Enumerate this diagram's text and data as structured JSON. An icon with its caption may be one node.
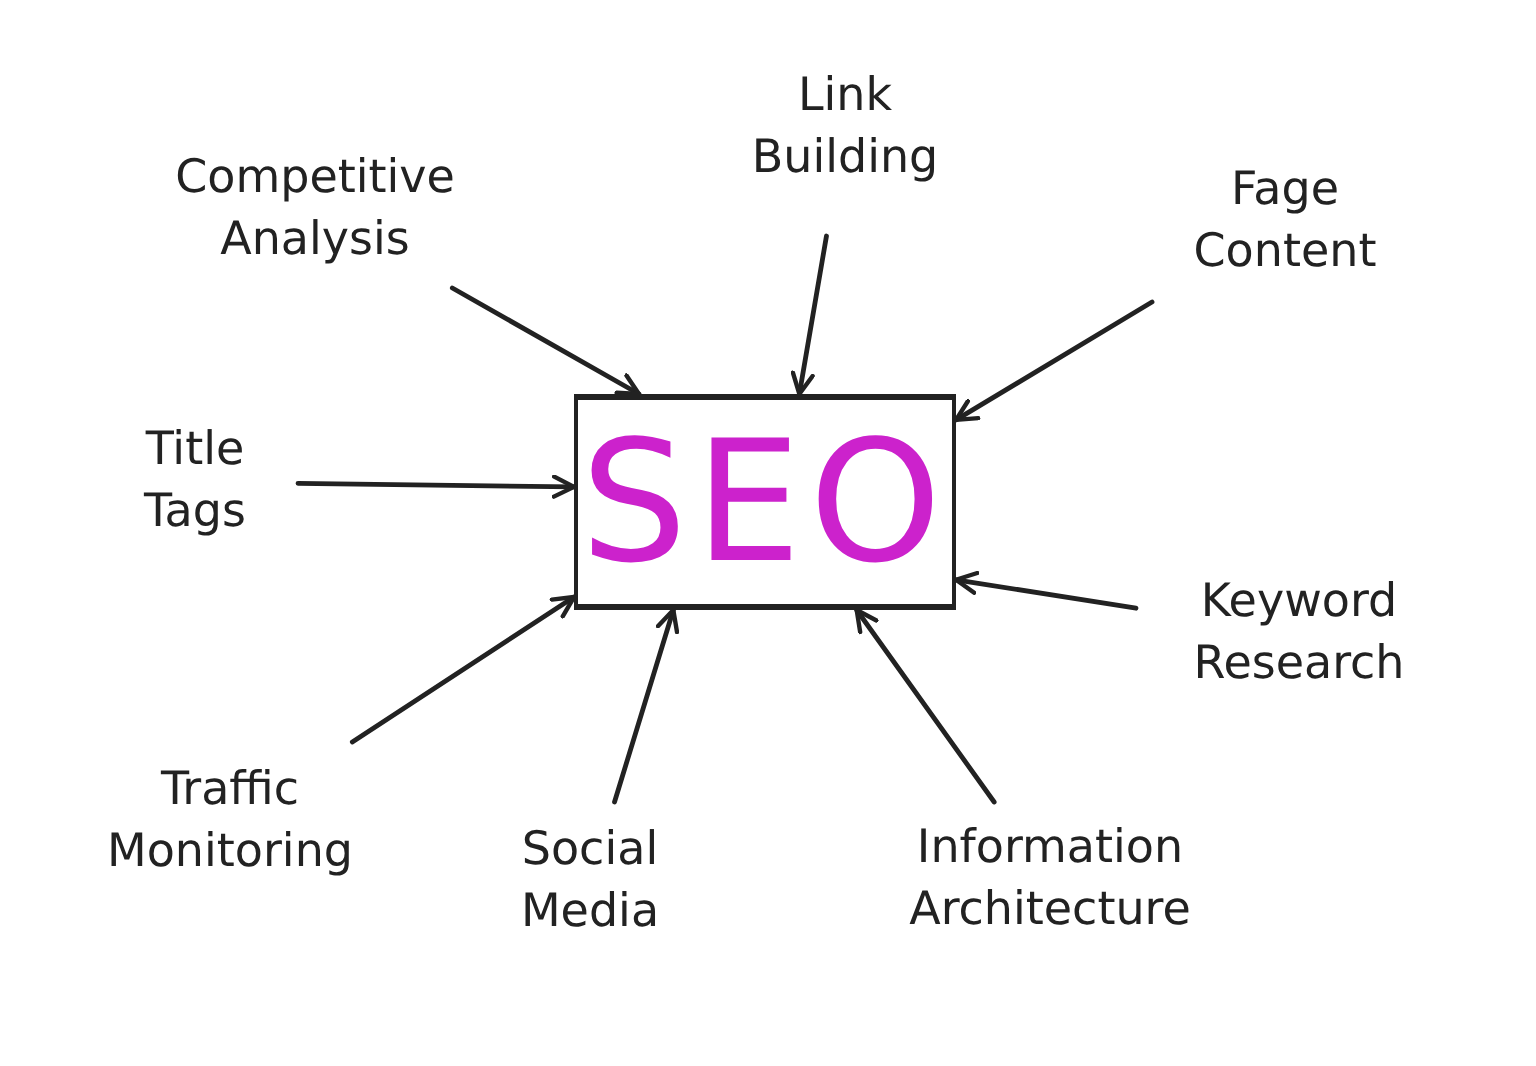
{
  "diagram": {
    "nodes": [
      {
        "text": [
          "SEO"
        ]
      },
      {
        "text": [
          "Competitive Analysis"
        ]
      },
      {
        "text": [
          "Link Building"
        ]
      },
      {
        "text": [
          "Fage Content"
        ]
      },
      {
        "text": [
          "Title Tags"
        ]
      },
      {
        "text": [
          "Keyword Research"
        ]
      },
      {
        "text": [
          "Traffic Monitoring"
        ]
      },
      {
        "text": [
          "Social Media"
        ]
      },
      {
        "text": [
          "Information Architecture"
        ]
      }
    ],
    "edges": [
      {
        "from": 1,
        "to": 0,
        "arrow": "to"
      },
      {
        "from": 2,
        "to": 0,
        "arrow": "to"
      },
      {
        "from": 3,
        "to": 0,
        "arrow": "to"
      },
      {
        "from": 4,
        "to": 0,
        "arrow": "to"
      },
      {
        "from": 5,
        "to": 0,
        "arrow": "to"
      },
      {
        "from": 6,
        "to": 0,
        "arrow": "to"
      },
      {
        "from": 7,
        "to": 0,
        "arrow": "to"
      },
      {
        "from": 8,
        "to": 0,
        "arrow": "to"
      }
    ]
  }
}
